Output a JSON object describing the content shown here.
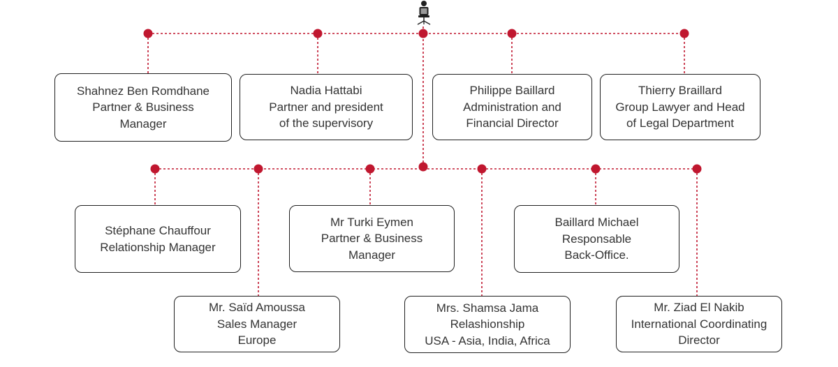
{
  "colors": {
    "connector": "#c0172f",
    "border": "#1f1f1f",
    "text": "#333333"
  },
  "root": {
    "icon": "office-chair-person-icon"
  },
  "top_row": [
    {
      "name": "Shahnez Ben Romdhane",
      "l2": "Partner & Business",
      "l3": "Manager"
    },
    {
      "name": "Nadia Hattabi",
      "l2": "Partner and president",
      "l3": "of the supervisory"
    },
    {
      "name": "Philippe Baillard",
      "l2": "Administration and",
      "l3": "Financial Director"
    },
    {
      "name": "Thierry Braillard",
      "l2": "Group Lawyer and Head",
      "l3": "of Legal Department"
    }
  ],
  "bottom_row": [
    {
      "name": "Stéphane Chauffour",
      "l2": "Relationship Manager"
    },
    {
      "name": "Mr. Saïd Amoussa",
      "l2": "Sales Manager",
      "l3": "Europe"
    },
    {
      "name": "Mr Turki Eymen",
      "l2": "Partner & Business",
      "l3": "Manager"
    },
    {
      "name": "Mrs. Shamsa Jama",
      "l2": "Relashionship",
      "l3": "USA - Asia, India, Africa"
    },
    {
      "name": "Baillard Michael",
      "l2": "Responsable",
      "l3": "Back-Office."
    },
    {
      "name": "Mr. Ziad El Nakib",
      "l2": "International Coordinating",
      "l3": "Director"
    }
  ]
}
